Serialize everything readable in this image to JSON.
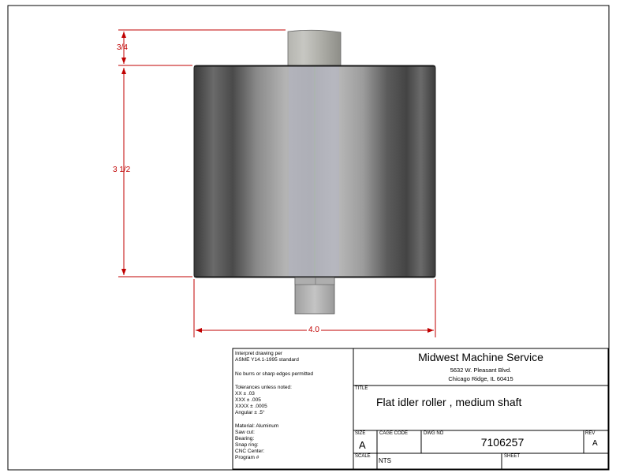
{
  "drawing": {
    "dimensions": {
      "shaft_height": "3/4",
      "roller_height": "3 1/2",
      "roller_width": "4.0"
    }
  },
  "notes": {
    "interpret_line1": "Interpret drawing per",
    "interpret_line2": "ASME Y14.1-1995 standard",
    "burrs": "No burrs or sharp edges permitted",
    "tol_title": "Tolerances unless noted:",
    "tol_xx": "XX ± .03",
    "tol_xxx": "XXX ± .005",
    "tol_xxxx": "XXXX ± .0005",
    "tol_angular": "Angular ± .5°",
    "material": "Material: Aluminum",
    "saw_cut": "Saw cut:",
    "bearing": "Bearing:",
    "snap_ring": "Snap ring:",
    "cnc_center": "CNC Center:",
    "program": "Program #"
  },
  "title_block": {
    "company": "Midwest Machine Service",
    "address1": "5632 W. Pleasant Blvd.",
    "address2": "Chicago Ridge, IL 60415",
    "title_label": "TITLE",
    "title": "Flat idler roller , medium shaft",
    "size_label": "SIZE",
    "size": "A",
    "cage_code_label": "CAGE CODE",
    "dwg_no_label": "DWG NO",
    "dwg_no": "7106257",
    "rev_label": "REV",
    "rev": "A",
    "scale_label": "SCALE",
    "scale": "NTS",
    "sheet_label": "SHEET"
  }
}
